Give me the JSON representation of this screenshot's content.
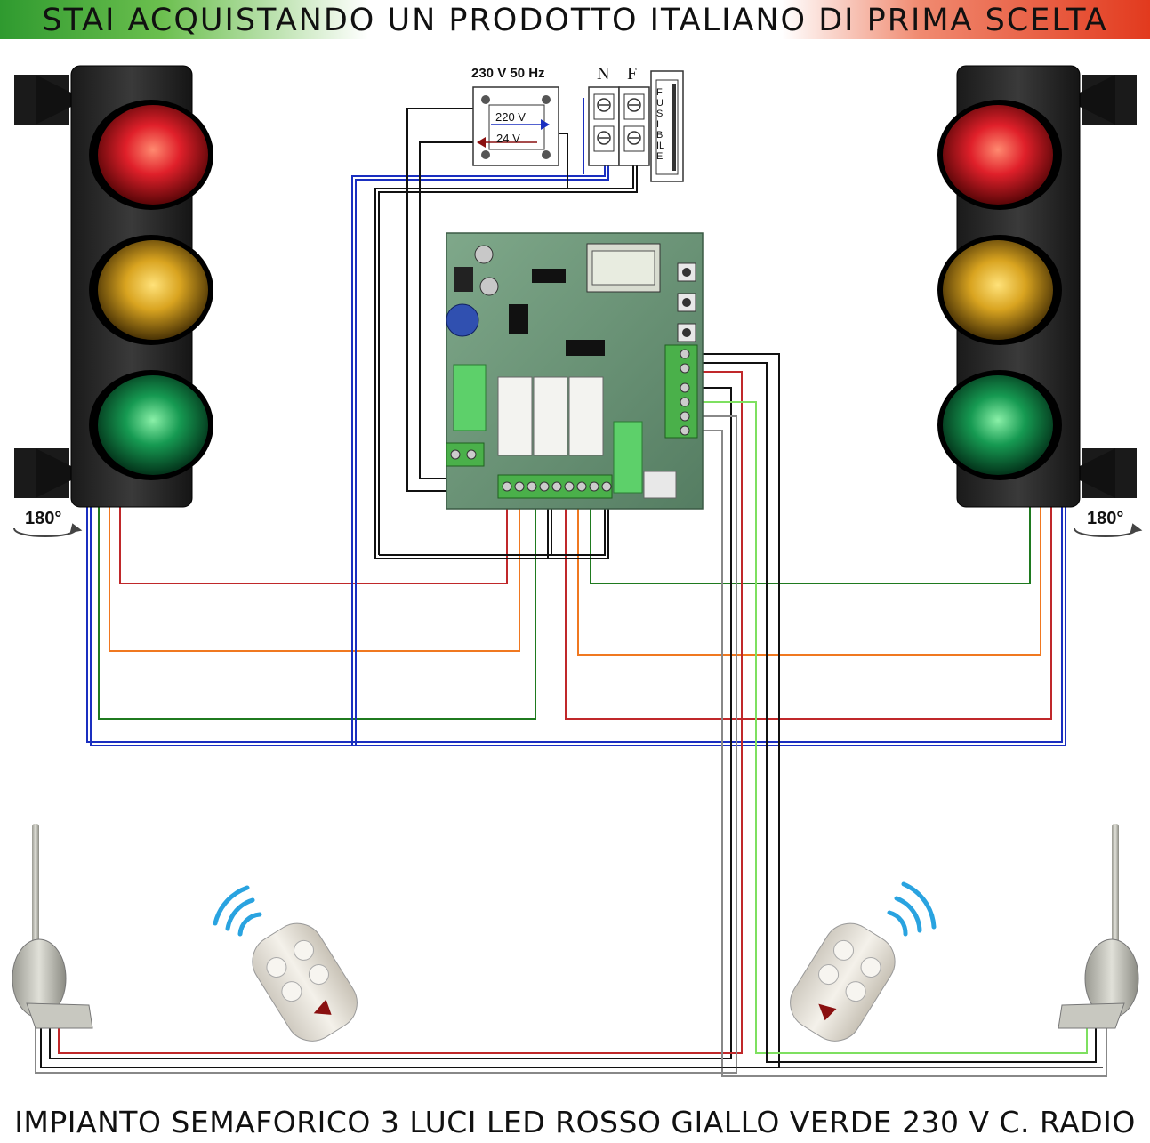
{
  "header": {
    "title": "STAI ACQUISTANDO UN PRODOTTO ITALIANO DI PRIMA SCELTA",
    "flag_colors": [
      "#2f9a2f",
      "#ffffff",
      "#e23a1e"
    ]
  },
  "footer": {
    "title": "IMPIANTO SEMAFORICO 3 LUCI LED ROSSO GIALLO VERDE 230 V C. RADIO"
  },
  "transformer": {
    "label": "230 V 50 Hz",
    "primary": "220 V",
    "secondary": "24 V"
  },
  "terminals": {
    "n_label": "N",
    "f_label": "F",
    "fuse_label": "FUSIBILE"
  },
  "traffic_lights": {
    "rotation_label": "180°",
    "lights": [
      "red",
      "yellow",
      "green"
    ],
    "colors": {
      "red": "#e0202a",
      "yellow": "#e8b020",
      "green": "#20a050"
    }
  },
  "wire_colors": {
    "red": "#c0282a",
    "orange": "#f07820",
    "green": "#1f7a1f",
    "light_green": "#7ee060",
    "blue": "#1a2fc0",
    "black": "#111111",
    "gray": "#888888"
  },
  "icons": [
    "traffic-light-icon",
    "antenna-icon",
    "remote-control-icon",
    "rotation-arrow-icon",
    "control-board-icon"
  ]
}
